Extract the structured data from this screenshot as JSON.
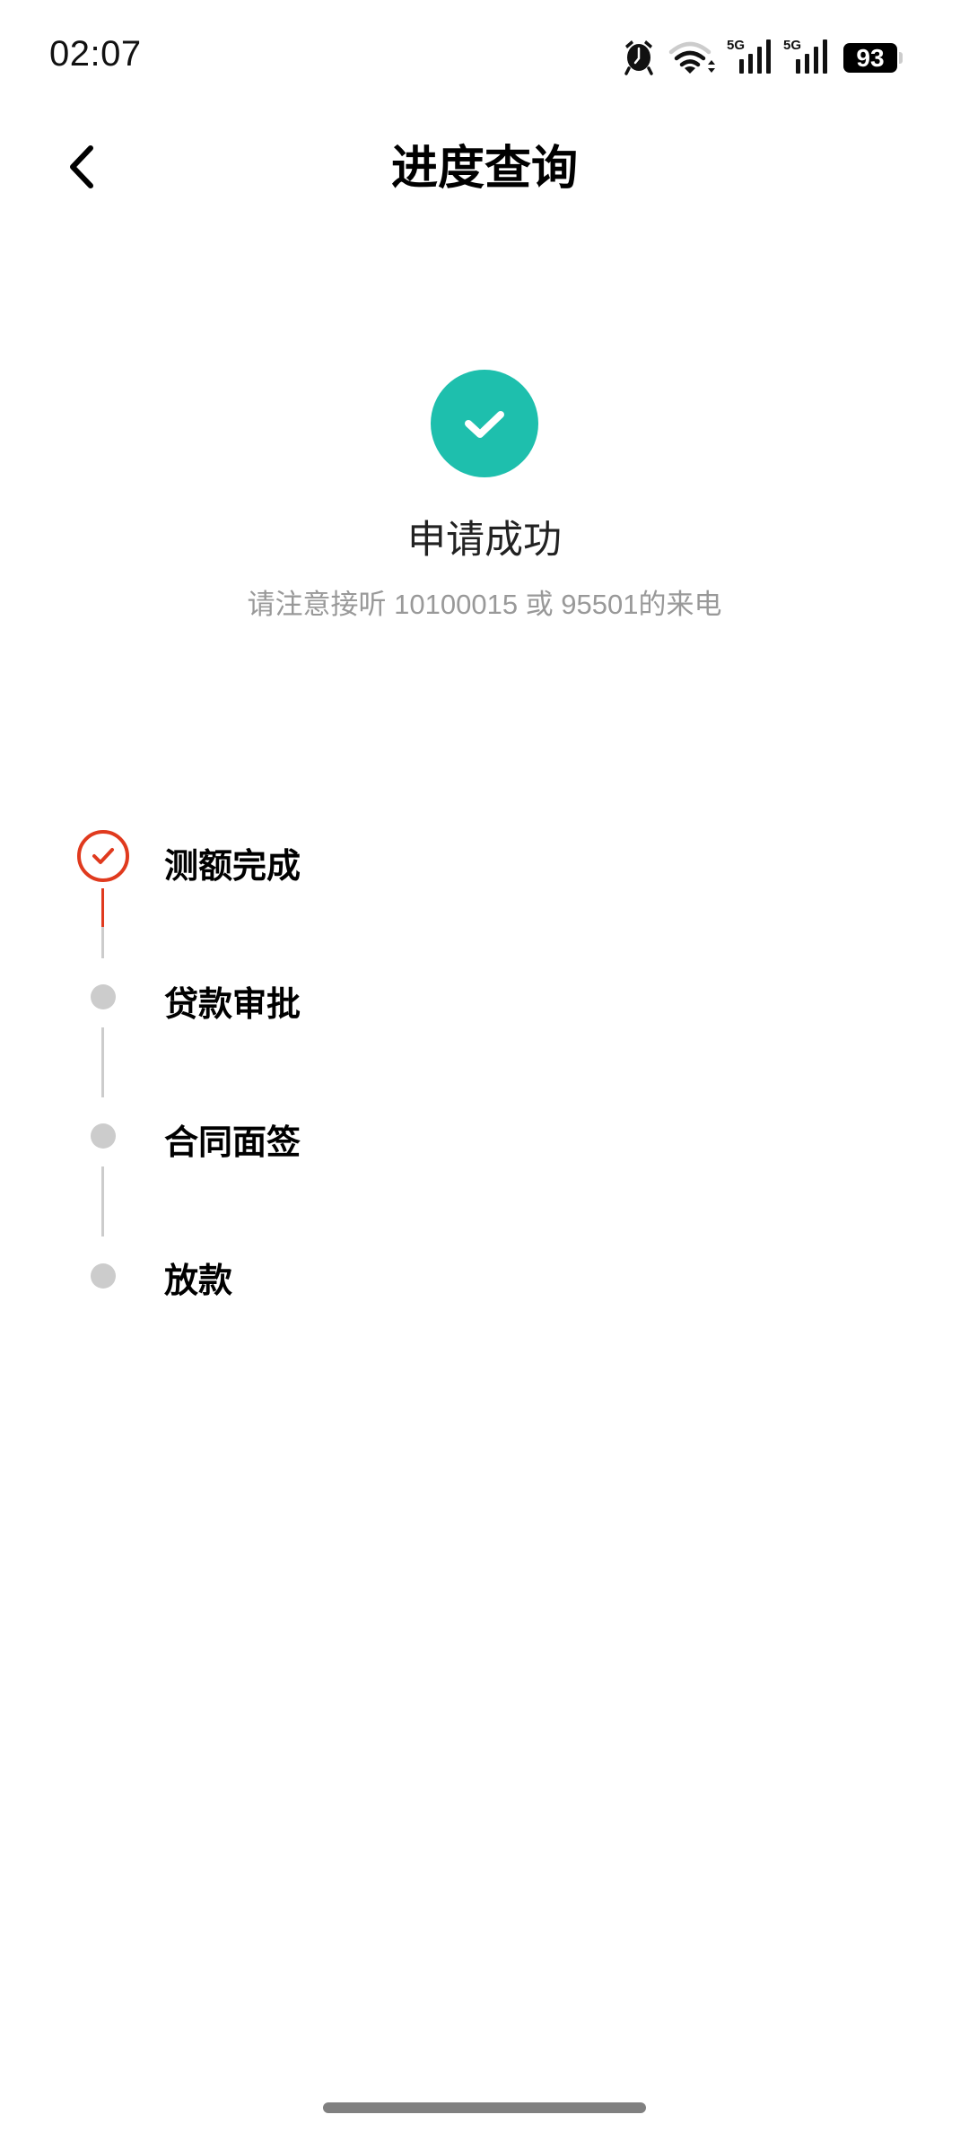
{
  "status_bar": {
    "time": "02:07",
    "icons": [
      "alarm-icon",
      "wifi-icon",
      "signal-5g-icon",
      "signal-5g-icon"
    ],
    "network_labels": [
      "5G",
      "5G"
    ],
    "battery": "93"
  },
  "header": {
    "back_icon": "chevron-left-icon",
    "title": "进度查询"
  },
  "result": {
    "icon": "check-circle-icon",
    "icon_color": "#1EBFAD",
    "title": "申请成功",
    "subtitle": "请注意接听 10100015 或 95501的来电"
  },
  "progress": {
    "active_color": "#E03A1E",
    "inactive_color": "#CCCCCC",
    "steps": [
      {
        "label": "测额完成",
        "status": "done"
      },
      {
        "label": "贷款审批",
        "status": "pending"
      },
      {
        "label": "合同面签",
        "status": "pending"
      },
      {
        "label": "放款",
        "status": "pending"
      }
    ]
  }
}
